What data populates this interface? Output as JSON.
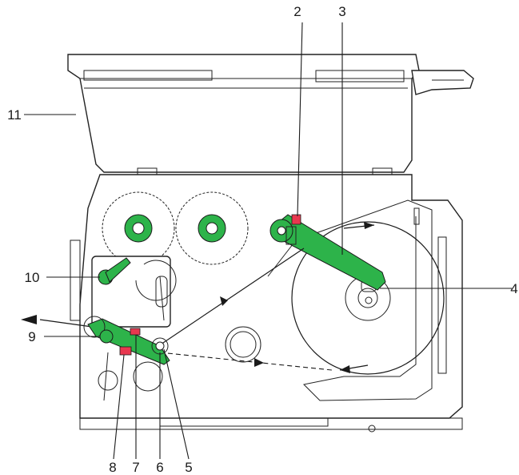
{
  "callouts": [
    {
      "id": "2",
      "label": "2"
    },
    {
      "id": "3",
      "label": "3"
    },
    {
      "id": "4",
      "label": "4"
    },
    {
      "id": "5",
      "label": "5"
    },
    {
      "id": "6",
      "label": "6"
    },
    {
      "id": "7",
      "label": "7"
    },
    {
      "id": "8",
      "label": "8"
    },
    {
      "id": "9",
      "label": "9"
    },
    {
      "id": "10",
      "label": "10"
    },
    {
      "id": "11",
      "label": "11"
    }
  ],
  "colors": {
    "accent_green": "#2db34a",
    "accent_red": "#e8384f",
    "line": "#1a1a1a"
  }
}
